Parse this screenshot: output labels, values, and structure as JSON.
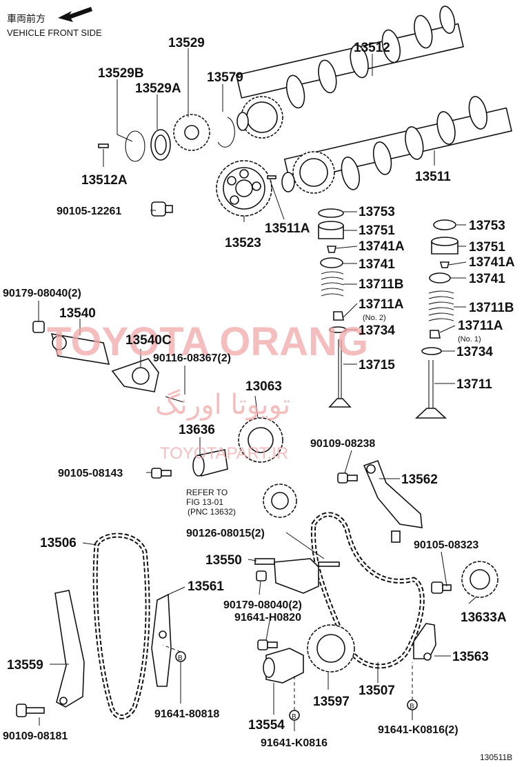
{
  "orientation": {
    "japanese": "車両前方",
    "english": "VEHICLE FRONT SIDE"
  },
  "diagram_id": "130511B",
  "reference_note": {
    "line1": "REFER TO",
    "line2": "FIG  13-01",
    "line3": "(PNC 13632)"
  },
  "watermark": {
    "latin": "TOYOTA ORANG",
    "arabic": "تويوتا اورنگ",
    "url": "TOYOTAPART.IR"
  },
  "part_labels": {
    "p13529": "13529",
    "p13512": "13512",
    "p13529B": "13529B",
    "p13529A": "13529A",
    "p13579": "13579",
    "p13512A": "13512A",
    "p13511": "13511",
    "p90105_12261": "90105-12261",
    "p13753a": "13753",
    "p13751a": "13751",
    "p13511A": "13511A",
    "p13741Aa": "13741A",
    "p13523": "13523",
    "p13741a": "13741",
    "p13753b": "13753",
    "p13751b": "13751",
    "p13741Ab": "13741A",
    "p13741b": "13741",
    "p90179_08040": "90179-08040(2)",
    "p13711Ba": "13711B",
    "p13540": "13540",
    "p13711Aa": "13711A",
    "no2": "(No. 2)",
    "p13734a": "13734",
    "p13711Bb": "13711B",
    "p13711Ab": "13711A",
    "no1": "(No. 1)",
    "p13540C": "13540C",
    "p90116_08367": "90116-08367(2)",
    "p13734b": "13734",
    "p13715": "13715",
    "p13711": "13711",
    "p13063": "13063",
    "p13636": "13636",
    "p90109_08238": "90109-08238",
    "p90105_08143": "90105-08143",
    "p13562": "13562",
    "p90126_08015": "90126-08015(2)",
    "p13506": "13506",
    "p90105_08323": "90105-08323",
    "p13550": "13550",
    "p13561": "13561",
    "p90179_08040b": "90179-08040(2)",
    "p91641_H0820": "91641-H0820",
    "p13633A": "13633A",
    "p13563": "13563",
    "p13559": "13559",
    "p13507": "13507",
    "p13597": "13597",
    "p91641_80818": "91641-80818",
    "p90109_08181": "90109-08181",
    "p13554": "13554",
    "p91641_K0816": "91641-K0816",
    "p91641_K0816b": "91641-K0816(2)",
    "circleB": "B"
  }
}
